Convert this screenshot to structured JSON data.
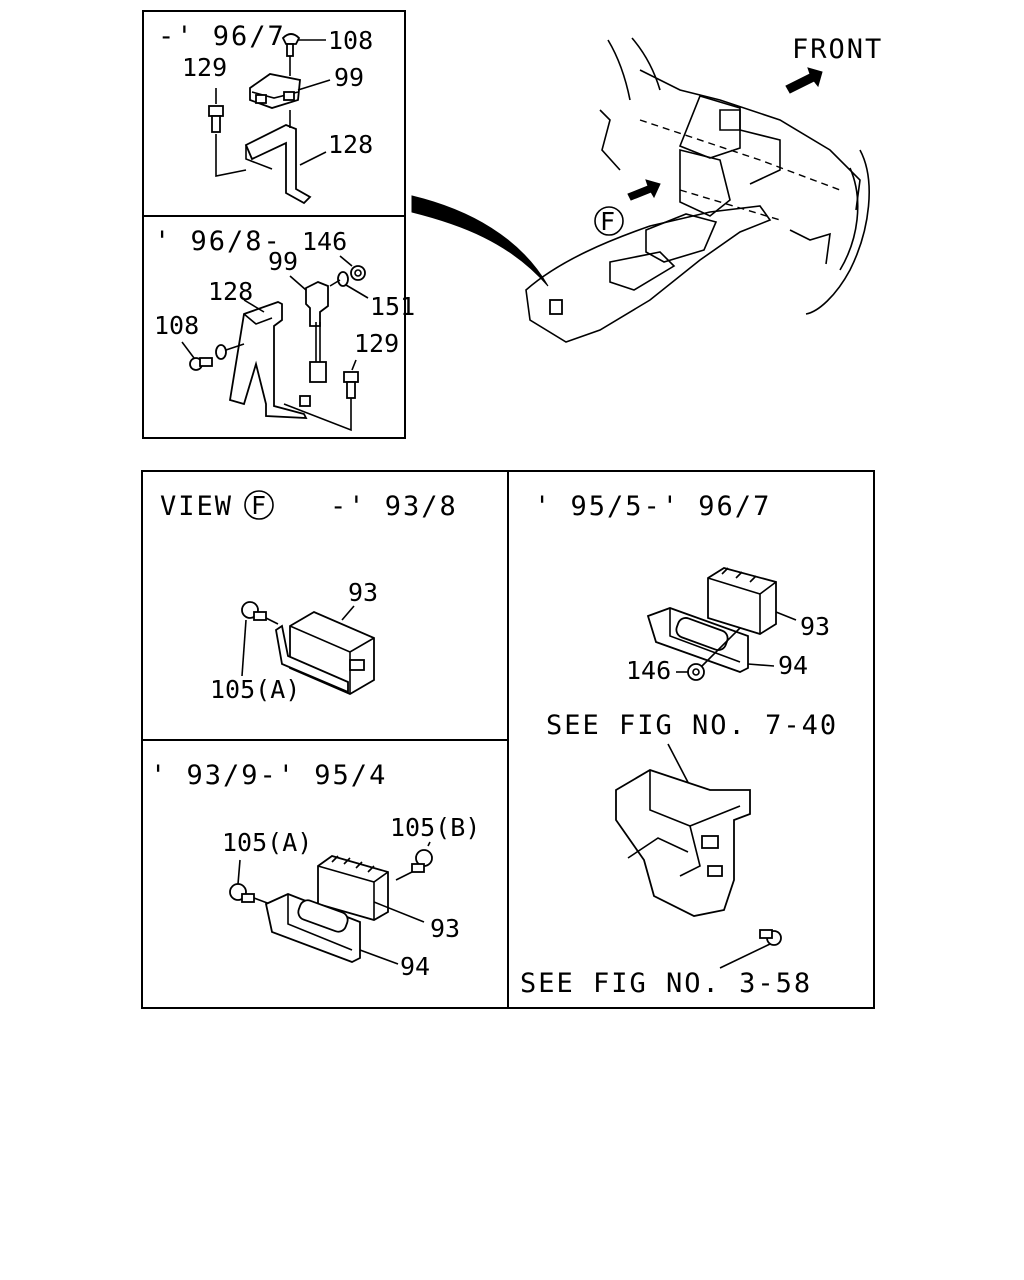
{
  "panels": {
    "p1": {
      "header": "-' 96/7",
      "callouts": {
        "c108": "108",
        "c129": "129",
        "c99": "99",
        "c128": "128"
      }
    },
    "p2": {
      "header": "' 96/8-",
      "callouts": {
        "c146": "146",
        "c99": "99",
        "c128": "128",
        "c151": "151",
        "c108": "108",
        "c129": "129"
      }
    },
    "overview": {
      "front_label": "FRONT",
      "view_marker": "F"
    },
    "p3": {
      "header_view": "VIEW",
      "header_marker": "F",
      "header_date": "-' 93/8",
      "callouts": {
        "c93": "93",
        "c105a": "105(A)"
      }
    },
    "p4": {
      "header": "' 95/5-' 96/7",
      "callouts": {
        "c93": "93",
        "c146": "146",
        "c94": "94"
      },
      "ref1": "SEE FIG NO. 7-40",
      "ref2": "SEE FIG NO. 3-58"
    },
    "p5": {
      "header": "' 93/9-' 95/4",
      "callouts": {
        "c105b": "105(B)",
        "c105a": "105(A)",
        "c93": "93",
        "c94": "94"
      }
    }
  }
}
